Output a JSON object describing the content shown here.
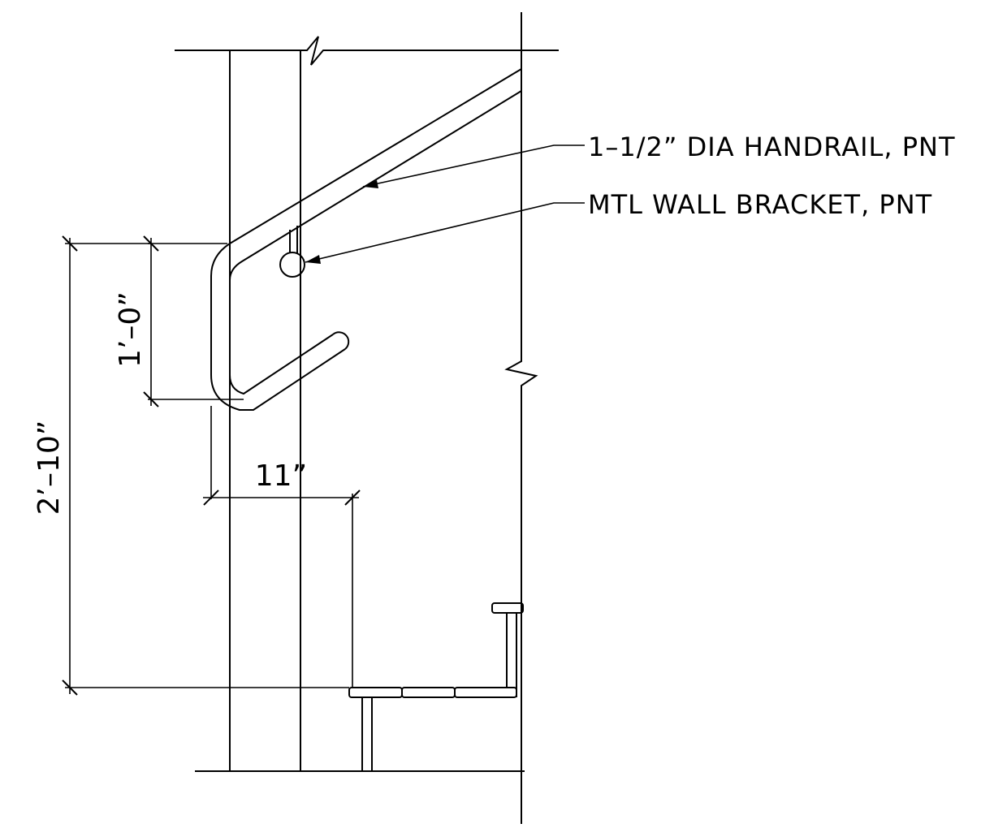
{
  "callouts": {
    "handrail": "1–1/2” DIA HANDRAIL, PNT",
    "bracket": "MTL WALL BRACKET, PNT"
  },
  "dimensions": {
    "rail_return_height": "1’–0”",
    "overall_height": "2’–10”",
    "rail_offset": "11”"
  }
}
